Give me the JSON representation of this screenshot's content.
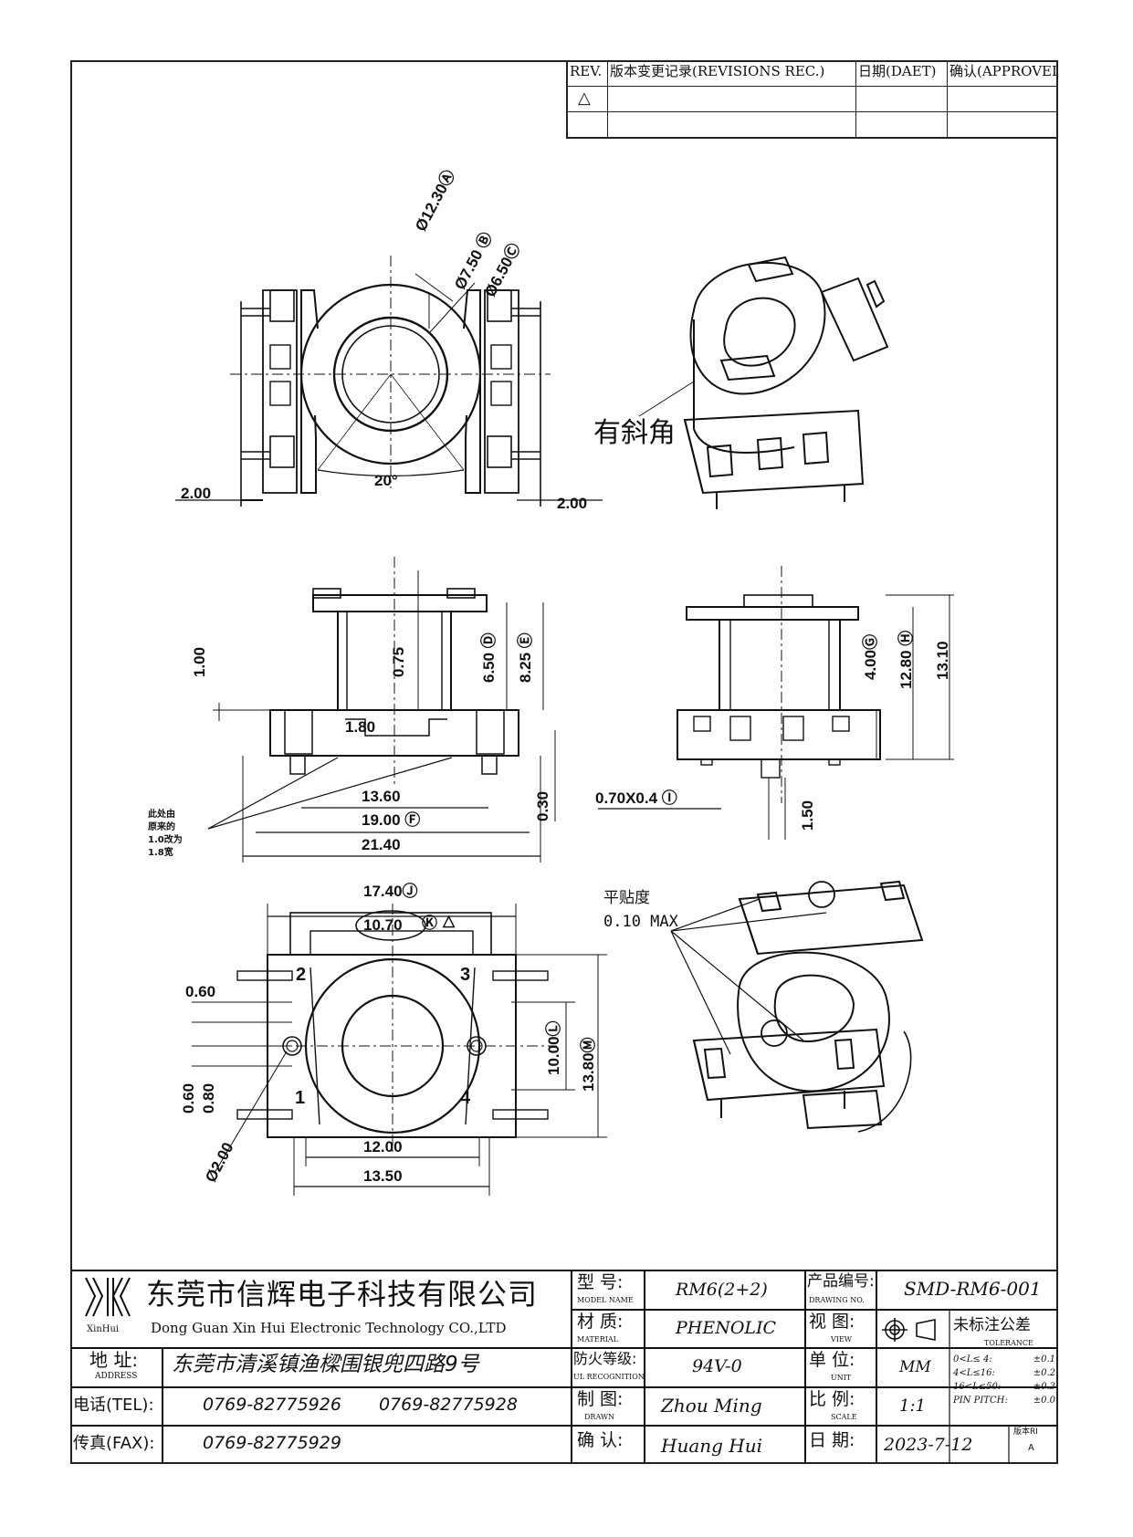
{
  "revisions": {
    "headers": [
      "REV.",
      "版本变更记录(REVISIONS REC.)",
      "日期(DAET)",
      "确认(APPROVEI"
    ],
    "rows": [
      [
        "△",
        "",
        "",
        ""
      ],
      [
        "",
        "",
        "",
        ""
      ]
    ]
  },
  "annotations": {
    "chamfer": "有斜角",
    "flatness_label": "平贴度",
    "flatness_value": "0.10 MAX",
    "note": [
      "此处由",
      "原来的",
      "1.0改为",
      "1.8宽"
    ],
    "warning_mark": "△"
  },
  "top_view": {
    "d_a": "Ø12.30Ⓐ",
    "d_b": "Ø7.50 Ⓑ",
    "d_c": "Ø6.50Ⓒ",
    "angle": "20°",
    "left_pin": "2.00",
    "right_pin": "2.00"
  },
  "front_view": {
    "d1": "1.00",
    "d075": "0.75",
    "d650": "6.50 Ⓓ",
    "d825": "8.25 Ⓔ",
    "d180": "1.80",
    "d1360": "13.60",
    "d1900": "19.00 Ⓕ",
    "d2140": "21.40",
    "d030": "0.30"
  },
  "side_view": {
    "d400": "4.00Ⓖ",
    "d1280": "12.80 Ⓗ",
    "d1310": "13.10",
    "pin": "0.70X0.4 Ⓘ",
    "d150": "1.50"
  },
  "bottom_view": {
    "d1740": "17.40Ⓙ",
    "d1070": "10.70",
    "d1070_tag": "Ⓚ",
    "d060a": "0.60",
    "d060b": "0.60",
    "d080": "0.80",
    "d200": "Ø2.00",
    "d1000": "10.00Ⓛ",
    "d1380": "13.80Ⓜ",
    "d1200": "12.00",
    "d1350": "13.50",
    "pin1": "1",
    "pin2": "2",
    "pin3": "3",
    "pin4": "4"
  },
  "title_block": {
    "company_cn": "东莞市信辉电子科技有限公司",
    "company_en": "Dong Guan Xin Hui Electronic Technology CO.,LTD",
    "logo_text": "XinHui",
    "address_label": "地  址:",
    "address_label_en": "ADDRESS",
    "address": "东莞市清溪镇渔樑围银兜四路9号",
    "tel_label": "电话(TEL):",
    "tel1": "0769-82775926",
    "tel2": "0769-82775928",
    "fax_label": "传真(FAX):",
    "fax": "0769-82775929",
    "model_label": "型  号:",
    "model_label_en": "MODEL NAME",
    "model": "RM6(2+2)",
    "material_label": "材  质:",
    "material_label_en": "MATERIAL",
    "material": "PHENOLIC",
    "ul_label": "防火等级:",
    "ul_label_en": "UL RECOGNITION",
    "ul": "94V-0",
    "drawn_label": "制  图:",
    "drawn_label_en": "DRAWN",
    "drawn": "Zhou Ming",
    "confirm_label": "确  认:",
    "confirm": "Huang Hui",
    "dwg_label": "产品编号:",
    "dwg_label_en": "DRAWING NO.",
    "dwg": "SMD-RM6-001",
    "view_label": "视  图:",
    "view_label_en": "VIEW",
    "tolerance_label": "未标注公差",
    "tolerance_label_en": "TOLERANCE",
    "unit_label": "单  位:",
    "unit_label_en": "UNIT",
    "unit": "MM",
    "scale_label": "比  例:",
    "scale_label_en": "SCALE",
    "scale": "1:1",
    "date_label": "日  期:",
    "date": "2023-7-12",
    "version_label": "版本RI",
    "version": "A",
    "tolerances": [
      {
        "range": "0<L≤ 4:",
        "value": "±0.1"
      },
      {
        "range": "4<L≤16:",
        "value": "±0.2"
      },
      {
        "range": "16<L≤50:",
        "value": "±0.3"
      },
      {
        "range": "PIN PITCH:",
        "value": "±0.0"
      }
    ]
  }
}
